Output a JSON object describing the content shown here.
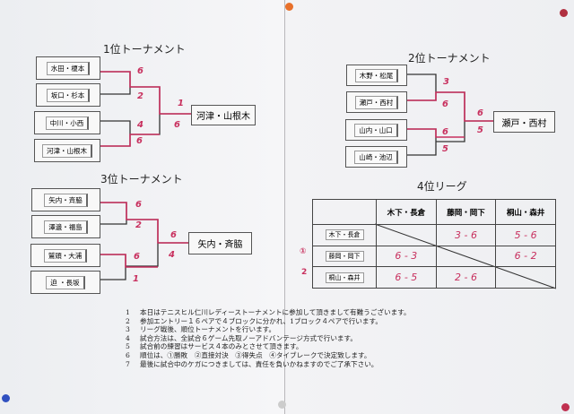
{
  "t1": {
    "title": "1位トーナメント",
    "teams": [
      "水田・榎本",
      "坂口・杉本",
      "中川・小西",
      "河津・山根木"
    ],
    "scores": [
      "6",
      "2",
      "4",
      "6",
      "1",
      "6"
    ],
    "winner": "河津・山根木"
  },
  "t2": {
    "title": "2位トーナメント",
    "teams": [
      "木野・松尾",
      "瀬戸・西村",
      "山内・山口",
      "山崎・池辺"
    ],
    "scores": [
      "3",
      "6",
      "6",
      "5",
      "6",
      "5"
    ],
    "winner": "瀬戸・西村"
  },
  "t3": {
    "title": "3位トーナメント",
    "teams": [
      "矢内・斉脇",
      "澤邊・福島",
      "鷲頭・大浦",
      "迫 ・長坂"
    ],
    "scores": [
      "6",
      "2",
      "6",
      "1",
      "6",
      "4"
    ],
    "winner": "矢内・斉脇"
  },
  "league": {
    "title": "4位リーグ",
    "cols": [
      "木下・長倉",
      "藤岡・岡下",
      "桐山・森井"
    ],
    "rows": [
      {
        "name": "木下・長倉",
        "cells": [
          "",
          "3 - 6",
          "5 - 6"
        ]
      },
      {
        "name": "藤岡・岡下",
        "cells": [
          "6 - 3",
          "",
          "6 - 2"
        ]
      },
      {
        "name": "桐山・森井",
        "cells": [
          "6 - 5",
          "2 - 6",
          ""
        ]
      }
    ],
    "ranks": [
      "①",
      "2"
    ]
  },
  "notes": [
    [
      "1",
      "本日はテニスヒル仁川レディーストーナメントに参加して頂きまして有難うございます。"
    ],
    [
      "2",
      "参加エントリー１６ペアで４ブロックに分かれ、1ブロック４ペアで行います。"
    ],
    [
      "3",
      "リーグ戦後、順位トーナメントを行います。"
    ],
    [
      "4",
      "試合方法は、全試合６ゲーム先取ノーアドバンテージ方式で行います。"
    ],
    [
      "5",
      "試合前の練習はサービス４本のみとさせて頂きます。"
    ],
    [
      "6",
      "順位は、①勝敗　②直接対決　③得失点　④タイブレークで決定致します。"
    ],
    [
      "7",
      "最後に試合中のケガにつきましては、責任を負いかねますのでご了承下さい。"
    ]
  ],
  "colors": {
    "score": "#c8305e"
  }
}
